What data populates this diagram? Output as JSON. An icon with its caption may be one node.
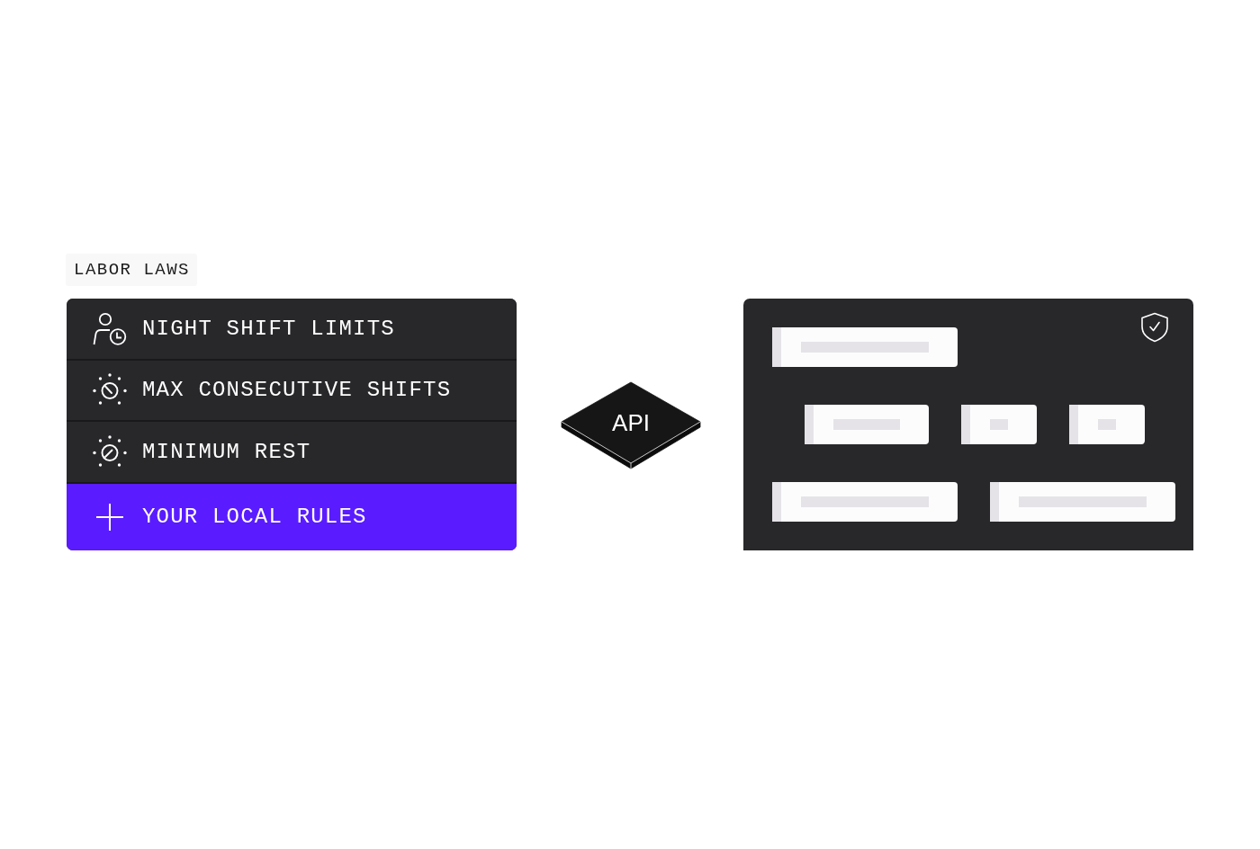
{
  "diagram": {
    "nodes": [
      {
        "text": [
          "LABOR LAWS"
        ]
      },
      {
        "text": [
          "NIGHT SHIFT LIMITS"
        ],
        "in": 0
      },
      {
        "text": [
          "MAX CONSECUTIVE SHIFTS"
        ],
        "in": 0
      },
      {
        "text": [
          "MINIMUM REST"
        ],
        "in": 0
      },
      {
        "text": [
          "YOUR LOCAL RULES"
        ],
        "in": 0
      },
      {
        "text": [
          "API"
        ]
      },
      {
        "text": [],
        "shape": "box"
      },
      {
        "text": [],
        "shape": "box",
        "in": 6
      },
      {
        "text": [],
        "shape": "box",
        "in": 6
      },
      {
        "text": [],
        "shape": "box",
        "in": 6
      },
      {
        "text": [],
        "shape": "box",
        "in": 6
      },
      {
        "text": [],
        "shape": "box",
        "in": 6
      },
      {
        "text": [],
        "shape": "box",
        "in": 6
      }
    ]
  }
}
